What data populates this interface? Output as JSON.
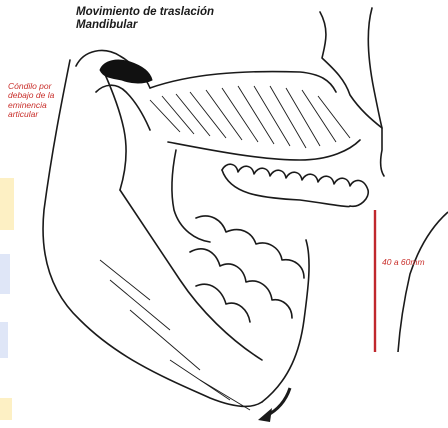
{
  "title_lines": [
    "Movimiento de traslación",
    "Mandibular"
  ],
  "side_label_lines": [
    "Cóndilo por",
    "debajo de la",
    "eminencia",
    "articular"
  ],
  "measure_label": "40 a 60mm",
  "colors": {
    "line": "#1a1a1a",
    "condyle_fill": "#111111",
    "measure_line": "#c0272d",
    "annotation_text": "#c9302c",
    "strip_yellow": "#fdf0c4",
    "strip_blue": "#dfe6f7"
  },
  "icons": [
    "condyle-mark",
    "movement-arrow-icon"
  ]
}
